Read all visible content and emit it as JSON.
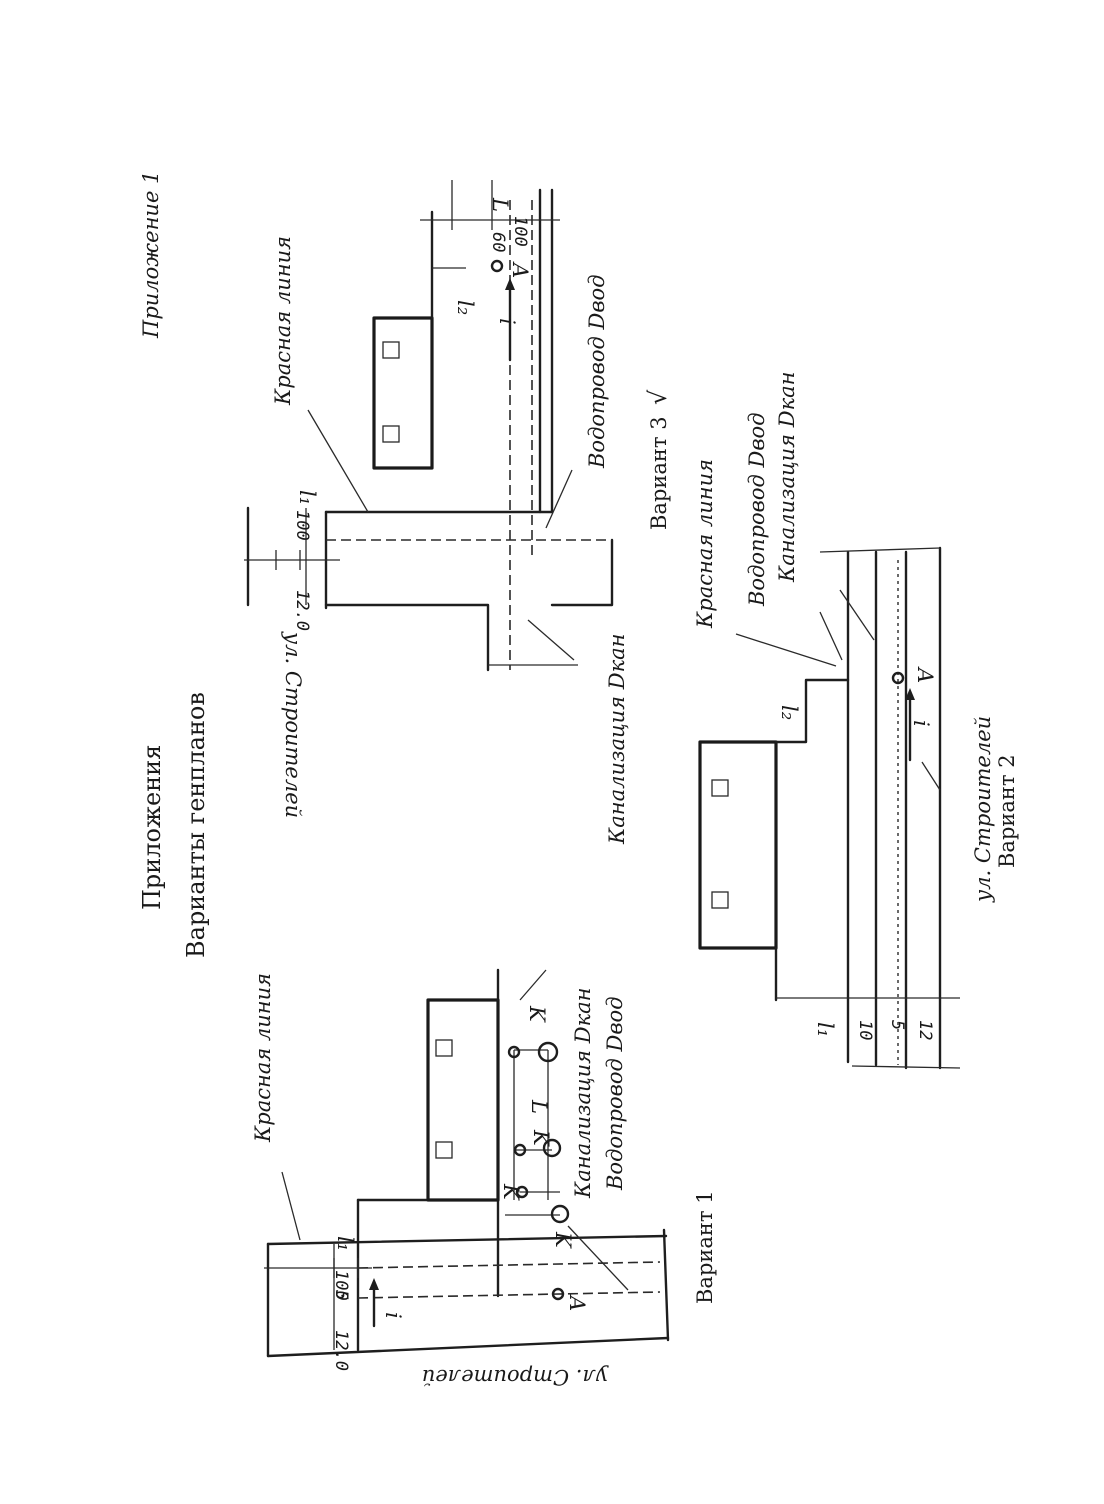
{
  "page": {
    "header_appendix": "Приложение 1",
    "heading": "Приложения",
    "subheading": "Варианты генпланов"
  },
  "variant1": {
    "caption": "Вариант 1",
    "red_line": "Красная линия",
    "street": "ул. Строителей",
    "sewer": "Канализация Dкан",
    "water": "Водопровод Dвод",
    "dim_main": "12.0",
    "dim_5": "5",
    "dim_100": "100",
    "dim_l1": "l₁",
    "point_a": "A",
    "mark_i": "i",
    "mark_k1": "K",
    "mark_k2": "K",
    "mark_k3": "K",
    "mark_k4": "K",
    "mark_l": "L"
  },
  "variant2": {
    "caption": "Вариант 2",
    "street": "ул. Строителей",
    "red_line": "Красная линия",
    "water": "Водопровод Dвод",
    "sewer": "Канализация Dкан",
    "dim_l1": "l₁",
    "dim_10": "10",
    "dim_5": "5",
    "dim_12": "12",
    "dim_l2": "l₂",
    "point_a": "A",
    "mark_i": "i"
  },
  "variant3": {
    "caption": "Вариант 3",
    "check": "√",
    "red_line": "Красная линия",
    "street": "ул. Строителей",
    "water": "Водопровод Dвод",
    "sewer": "Канализация Dкан",
    "dim_main": "12.0",
    "dim_100a": "100",
    "dim_l1": "l₁",
    "dim_l2": "l₂",
    "dim_top": "100",
    "dim_60": "60",
    "dim_l": "L",
    "point_a": "A",
    "mark_i": "i"
  }
}
